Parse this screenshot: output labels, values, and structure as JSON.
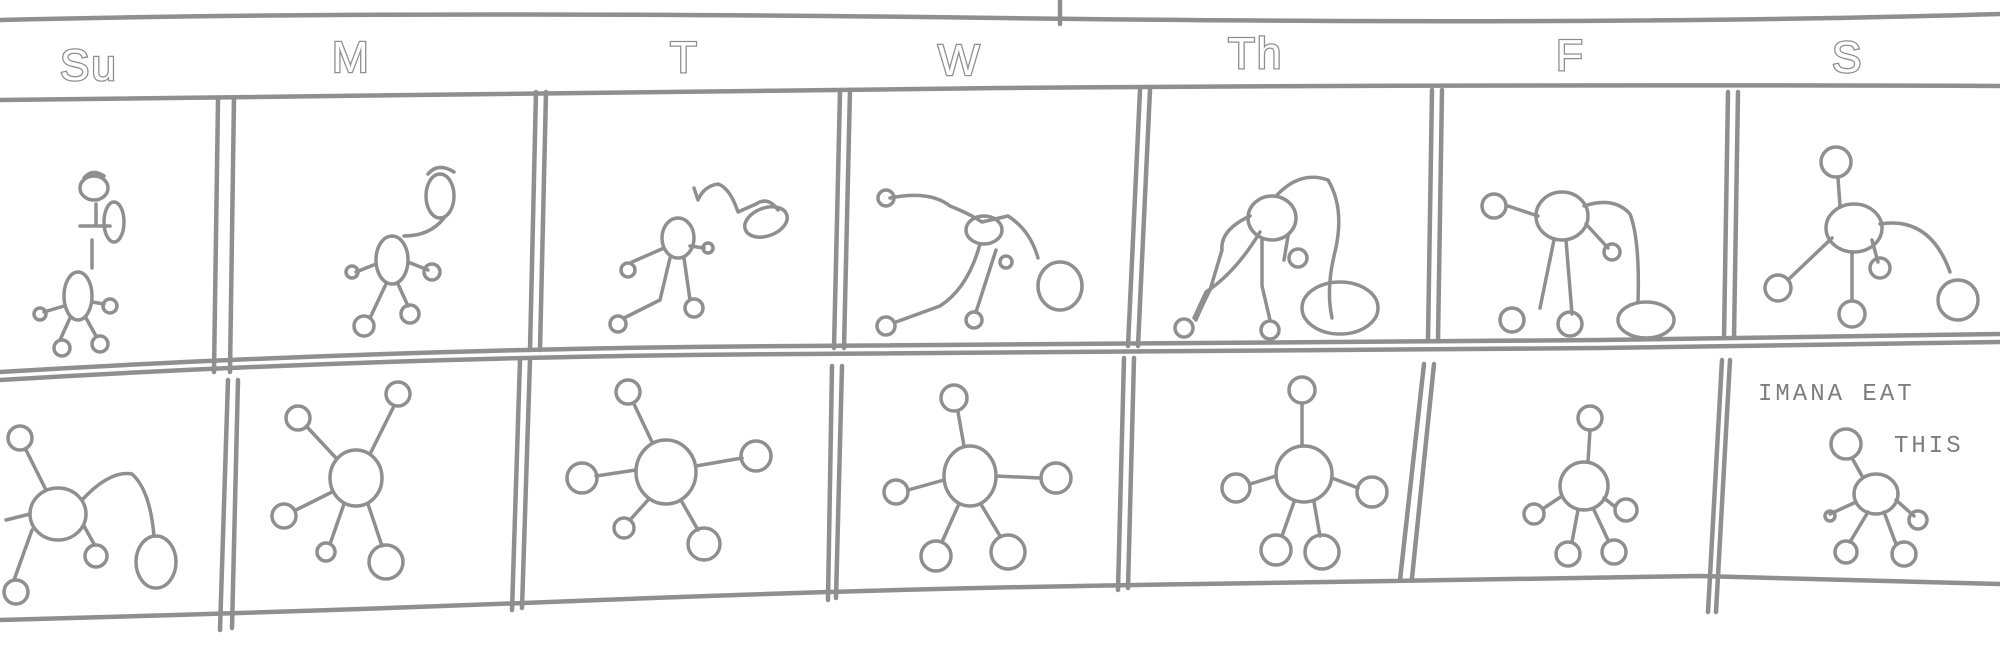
{
  "calendar": {
    "days": [
      "Su",
      "M",
      "T",
      "W",
      "Th",
      "F",
      "S"
    ],
    "note_line1": "IMANA EAT",
    "note_line2": "THIS"
  },
  "colors": {
    "ink": "#8f8f8f",
    "paper": "#ffffff"
  },
  "figures": {
    "row1": [
      "stick-figure-standing",
      "stick-figure-standing",
      "stick-figure-walking",
      "stick-figure-crawling",
      "blob-figure-bending",
      "blob-figure-arched",
      "blob-molecule"
    ],
    "row2": [
      "blob-molecule",
      "blob-molecule",
      "blob-molecule",
      "blob-molecule",
      "blob-molecule",
      "blob-molecule",
      "blob-molecule"
    ]
  }
}
